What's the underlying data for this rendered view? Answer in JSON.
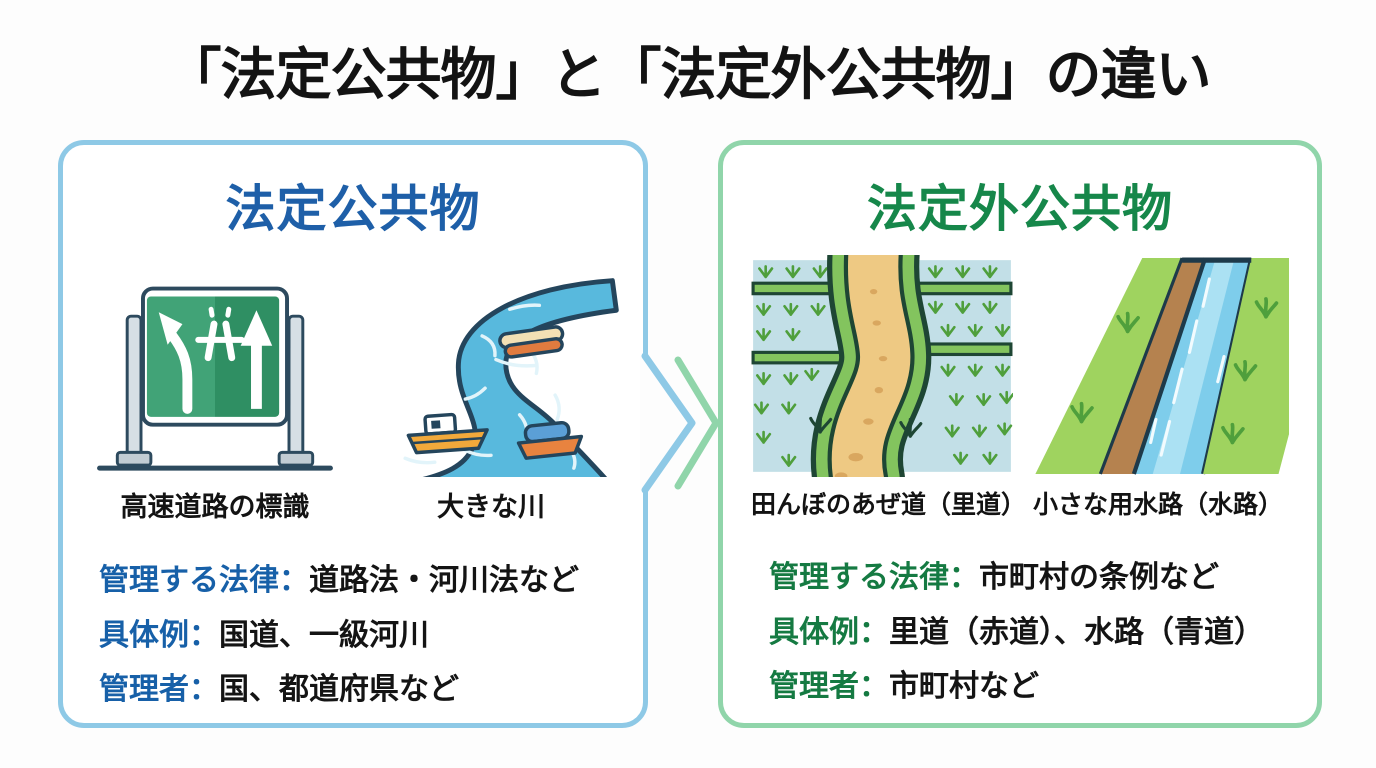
{
  "title": "「法定公共物」と「法定外公共物」の違い",
  "colors": {
    "left_accent": "#1e5fa8",
    "left_border": "#8ec9e6",
    "right_accent": "#16874a",
    "right_border": "#90d5aa",
    "body_text": "#141414"
  },
  "left_panel": {
    "heading": "法定公共物",
    "illustrations": [
      {
        "icon": "highway-sign-illustration",
        "caption": "高速道路の標識"
      },
      {
        "icon": "river-illustration",
        "caption": "大きな川"
      }
    ],
    "rows": [
      {
        "label": "管理する法律：",
        "value": "道路法・河川法など"
      },
      {
        "label": "具体例：",
        "value": "国道、一級河川"
      },
      {
        "label": "管理者：",
        "value": "国、都道府県など"
      }
    ]
  },
  "right_panel": {
    "heading": "法定外公共物",
    "illustrations": [
      {
        "icon": "rice-paddy-path-illustration",
        "caption": "田んぼのあぜ道（里道）"
      },
      {
        "icon": "waterway-illustration",
        "caption": "小さな用水路（水路）"
      }
    ],
    "rows": [
      {
        "label": "管理する法律：",
        "value": "市町村の条例など"
      },
      {
        "label": "具体例：",
        "value": "里道（赤道）、水路（青道）"
      },
      {
        "label": "管理者：",
        "value": "市町村など"
      }
    ]
  }
}
